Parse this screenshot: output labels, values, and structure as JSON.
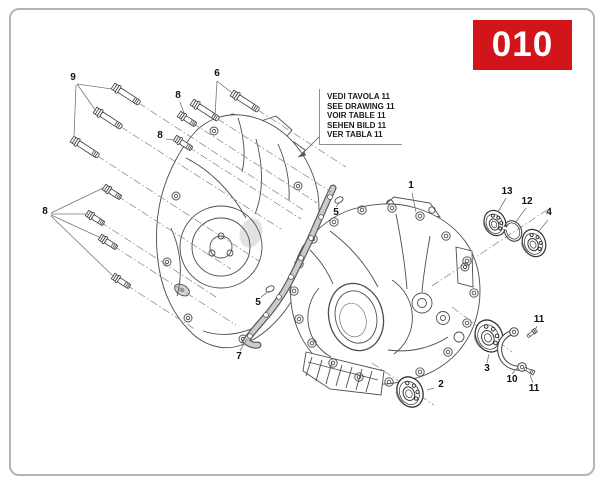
{
  "page": {
    "badge_label": "010",
    "badge_color": "#d2151b",
    "border_color": "#b4b4b4",
    "background": "#ffffff"
  },
  "note_box": {
    "lines": [
      "VEDI TAVOLA 11",
      "SEE DRAWING 11",
      "VOIR TABLE 11",
      "SEHEN BILD 11",
      "VER TABLA 11"
    ]
  },
  "callouts": [
    {
      "part": "1"
    },
    {
      "part": "2"
    },
    {
      "part": "3"
    },
    {
      "part": "4"
    },
    {
      "part": "5"
    },
    {
      "part": "5"
    },
    {
      "part": "6"
    },
    {
      "part": "7"
    },
    {
      "part": "8"
    },
    {
      "part": "8"
    },
    {
      "part": "8"
    },
    {
      "part": "9"
    },
    {
      "part": "10"
    },
    {
      "part": "11"
    },
    {
      "part": "11"
    },
    {
      "part": "12"
    },
    {
      "part": "13"
    }
  ]
}
